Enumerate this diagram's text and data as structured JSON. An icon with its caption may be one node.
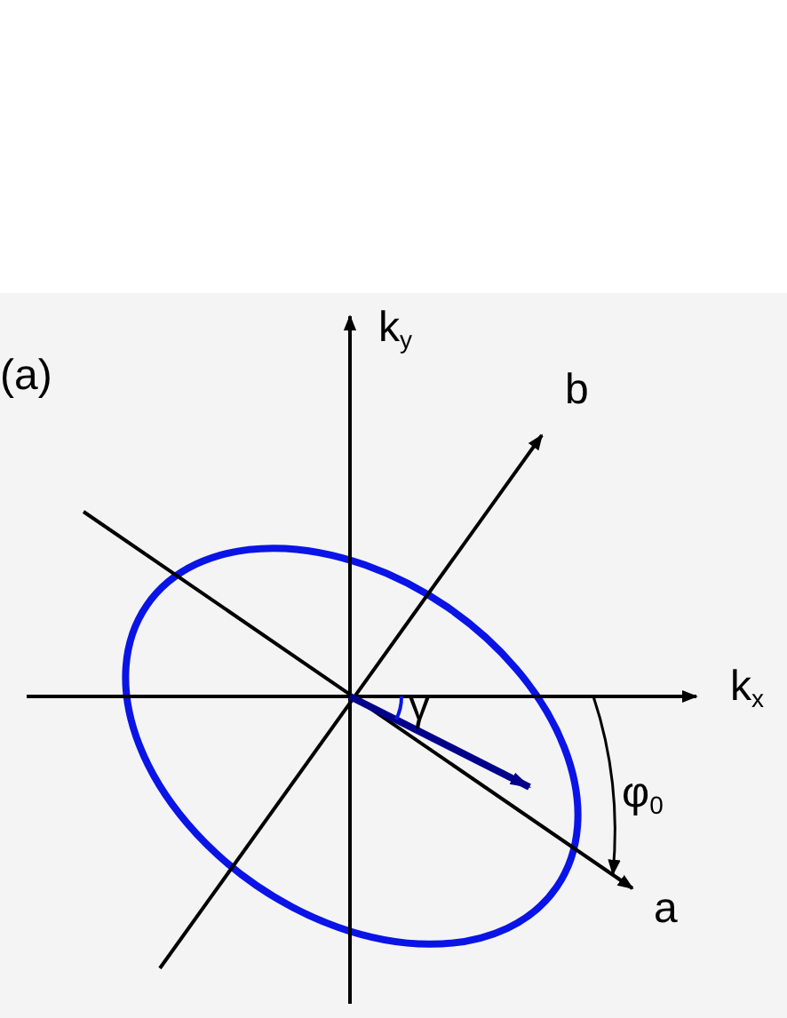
{
  "diagram": {
    "labels": [
      "(a)",
      "k$_{y}$",
      "b",
      "k$_{x}$",
      "γ",
      "φ$_{0}$",
      "a"
    ]
  }
}
